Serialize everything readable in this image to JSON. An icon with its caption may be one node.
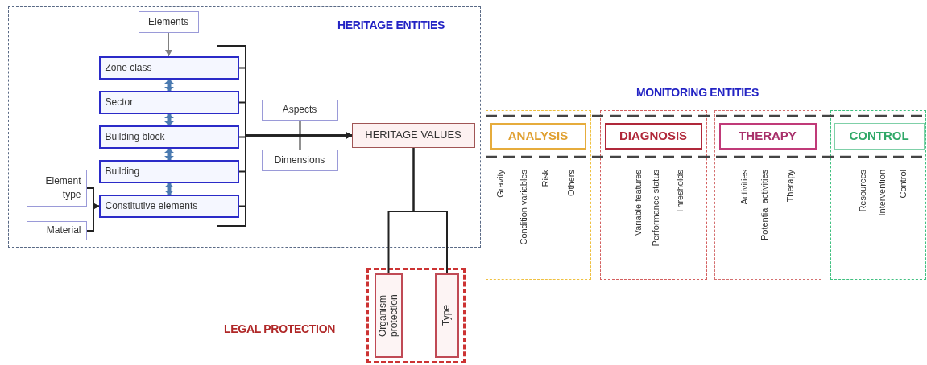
{
  "diagram": {
    "nodes": [
      {
        "text": [
          "HERITAGE ENTITIES"
        ]
      },
      {
        "text": [
          "Elements"
        ],
        "in": 0
      },
      {
        "text": [
          "Zone class"
        ],
        "in": 0
      },
      {
        "text": [
          "Sector"
        ],
        "in": 0
      },
      {
        "text": [
          "Building block"
        ],
        "in": 0
      },
      {
        "text": [
          "Building"
        ],
        "in": 0
      },
      {
        "text": [
          "Constitutive elements"
        ],
        "in": 0
      },
      {
        "text": [
          "Element type"
        ],
        "in": 0
      },
      {
        "text": [
          "Material"
        ],
        "in": 0
      },
      {
        "text": [
          "Aspects"
        ],
        "in": 0
      },
      {
        "text": [
          "Dimensions"
        ],
        "in": 0
      },
      {
        "text": [
          "HERITAGE VALUES"
        ],
        "in": 0
      },
      {
        "text": [
          "LEGAL PROTECTION"
        ]
      },
      {
        "text": [
          "Organism protection"
        ],
        "in": 12
      },
      {
        "text": [
          "Type"
        ],
        "in": 12
      },
      {
        "text": [
          "Gravity",
          "Condition variables",
          "Risk",
          "Others"
        ]
      },
      {
        "text": [
          "ANALYSIS"
        ],
        "in": 15
      },
      {
        "text": [
          "Variable features",
          "Performance status",
          "Thresholds"
        ]
      },
      {
        "text": [
          "DIAGNOSIS"
        ],
        "in": 17
      },
      {
        "text": [
          "Activities",
          "Potential activities",
          "Therapy"
        ]
      },
      {
        "text": [
          "THERAPY"
        ],
        "in": 19
      },
      {
        "text": [
          "Resources",
          "Intervention",
          "Control"
        ]
      },
      {
        "text": [
          "CONTROL"
        ],
        "in": 21
      }
    ],
    "edges": [
      {
        "from": 1,
        "to": 2,
        "arrow": "to",
        "color": "#808080"
      },
      {
        "from": 2,
        "to": 3,
        "arrow": "both",
        "style": "thick",
        "color": "#4a7ab0"
      },
      {
        "from": 3,
        "to": 4,
        "arrow": "both",
        "style": "thick",
        "color": "#4a7ab0"
      },
      {
        "from": 4,
        "to": 5,
        "arrow": "both",
        "style": "thick",
        "color": "#4a7ab0"
      },
      {
        "from": 5,
        "to": 6,
        "arrow": "both",
        "style": "thick",
        "color": "#4a7ab0"
      },
      {
        "from": 7,
        "to": 6,
        "arrow": "to"
      },
      {
        "from": 8,
        "to": 6,
        "arrow": "to"
      },
      {
        "from": 2,
        "to": 11,
        "arrow": "to"
      },
      {
        "from": 3,
        "to": 11,
        "arrow": "to"
      },
      {
        "from": 4,
        "to": 11,
        "arrow": "to"
      },
      {
        "from": 5,
        "to": 11,
        "arrow": "to"
      },
      {
        "from": 6,
        "to": 11,
        "arrow": "to"
      },
      {
        "from": 9,
        "to": 10,
        "arrow": "none"
      },
      {
        "from": 11,
        "to": 13,
        "arrow": "none"
      },
      {
        "from": 11,
        "to": 14,
        "arrow": "none"
      }
    ],
    "labels": [
      "MONITORING ENTITIES"
    ]
  }
}
